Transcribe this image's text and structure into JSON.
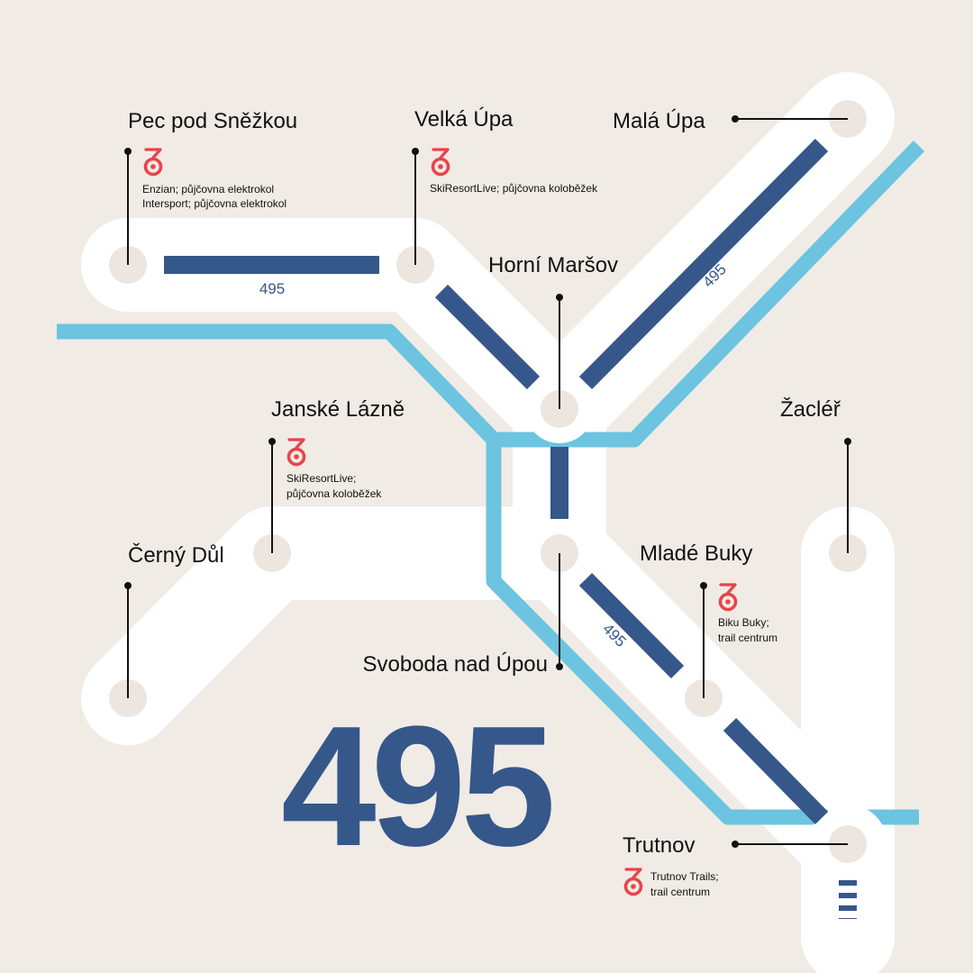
{
  "colors": {
    "background": "#f0ebe5",
    "road_corridor": "#ffffff",
    "route_line": "#35578a",
    "river": "#6cc4e0",
    "station_dot": "#ece6df",
    "label_line": "#111111",
    "rental_icon": "#e8434b"
  },
  "route": {
    "number": "495",
    "segment_labels": [
      "495",
      "495",
      "495"
    ]
  },
  "stations": {
    "pec": {
      "name": "Pec pod Sněžkou",
      "notes": [
        "Enzian; půjčovna elektrokol",
        "Intersport; půjčovna elektrokol"
      ],
      "icon": "bike-rental-icon"
    },
    "velka_upa": {
      "name": "Velká Úpa",
      "notes": [
        "SkiResortLive; půjčovna koloběžek"
      ],
      "icon": "bike-rental-icon"
    },
    "mala_upa": {
      "name": "Malá Úpa"
    },
    "horni_marsov": {
      "name": "Horní Maršov"
    },
    "janske_lazne": {
      "name": "Janské Lázně",
      "notes": [
        "SkiResortLive;",
        "půjčovna koloběžek"
      ],
      "icon": "bike-rental-icon"
    },
    "zacler": {
      "name": "Žacléř"
    },
    "cerny_dul": {
      "name": "Černý Důl"
    },
    "mlade_buky": {
      "name": "Mladé Buky",
      "notes": [
        "Biku Buky;",
        "trail centrum"
      ],
      "icon": "bike-rental-icon"
    },
    "svoboda": {
      "name": "Svoboda nad Úpou"
    },
    "trutnov": {
      "name": "Trutnov",
      "notes": [
        "Trutnov Trails;",
        "trail centrum"
      ],
      "icon": "bike-rental-icon"
    }
  }
}
